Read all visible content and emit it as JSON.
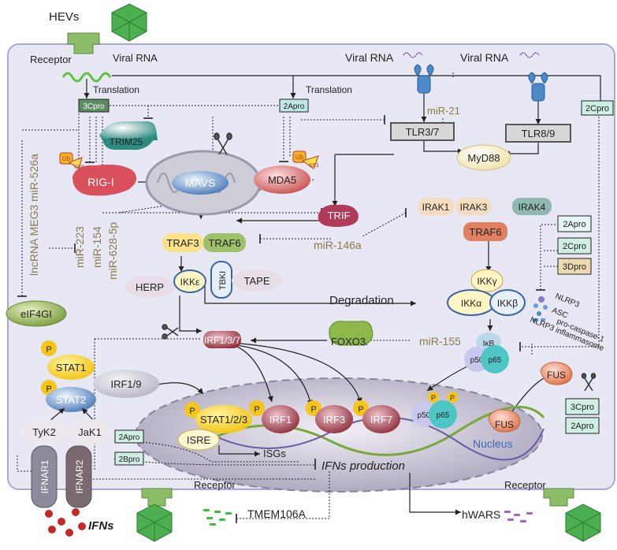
{
  "labels": {
    "hevs": "HEVs",
    "receptor_top": "Receptor",
    "viral_rna_1": "Viral RNA",
    "viral_rna_2": "Viral RNA",
    "viral_rna_3": "Viral RNA",
    "translation_1": "Translation",
    "translation_2": "Translation",
    "pro_3c_top": "3Cpro",
    "pro_2a_top": "2Apro",
    "pro_2c_right": "2Cpro",
    "tlr37": "TLR3/7",
    "tlr89": "TLR8/9",
    "mir21": "miR-21",
    "trim25": "TRIM25",
    "ub": "Ub",
    "k63": "K63",
    "rigi": "RIG-I",
    "mavs": "MAVS",
    "mda5": "MDA5",
    "myd88": "MyD88",
    "trif": "TRIF",
    "irak1": "IRAK1",
    "irak3": "IRAK3",
    "irak4": "IRAK4",
    "traf3": "TRAF3",
    "traf6_left": "TRAF6",
    "traf6_right": "TRAF6",
    "mir146a": "miR-146a",
    "lnc": "lncRNA MEG3 miR-526a",
    "mir223": "miR-223",
    "mir154": "miR-154",
    "mir628": "miR-628-5p",
    "herp": "HERP",
    "ikke": "IKKε",
    "tbk1": "TBKI",
    "tape": "TAPE",
    "degradation": "Degradation",
    "ikkg": "IKKγ",
    "ikka": "IKKα",
    "ikkb": "IKKβ",
    "pro_2a_r": "2Apro",
    "pro_2c_r": "2Cpro",
    "pro_3d_r": "3Dpro",
    "nlrp3": "NLRP3",
    "asc": "ASC",
    "procasp": "pro-caspase-1",
    "nlrp3_inf": "NLRP3 inflammasome",
    "eif4gi": "eIF4GI",
    "stat1": "STAT1",
    "irf19": "IRF1/9",
    "stat2": "STAT2",
    "p": "P",
    "irf137": "IRF1/3/7",
    "foxo3": "FOXO3",
    "mir155": "miR-155",
    "ikb": "IκB",
    "p50": "p50",
    "p65": "p65",
    "fus": "FUS",
    "pro_3c_b": "3Cpro",
    "pro_2a_b": "2Apro",
    "tyk2": "TyK2",
    "jak1": "JaK1",
    "pro_2a_l": "2Apro",
    "pro_2b_l": "2Bpro",
    "stat123": "STAT1/2/3",
    "isre": "ISRE",
    "irf1": "IRF1",
    "irf3": "IRF3",
    "irf7": "IRF7",
    "isgs": "ISGs",
    "ifns_prod": "IFNs production",
    "nucleus": "Nucleus",
    "ifnar1": "IFNAR1",
    "ifnar2": "IFNAR2",
    "ifns": "IFNs",
    "receptor_bottom": "Receptor",
    "receptor_right": "Receptor",
    "tmem": "TMEM106A",
    "hwars": "hWARS"
  },
  "colors": {
    "cell": "#e8e8f5",
    "cell_border": "#a8a8d8",
    "nucleus": "#c8c4d8",
    "virus": "#4caf50",
    "receptor": "#8dbd6a",
    "stat_yellow": "#f5c518",
    "irf_dark": "#a8424f",
    "teal": "#3ba99c",
    "mirna": "#8a7a4a"
  }
}
